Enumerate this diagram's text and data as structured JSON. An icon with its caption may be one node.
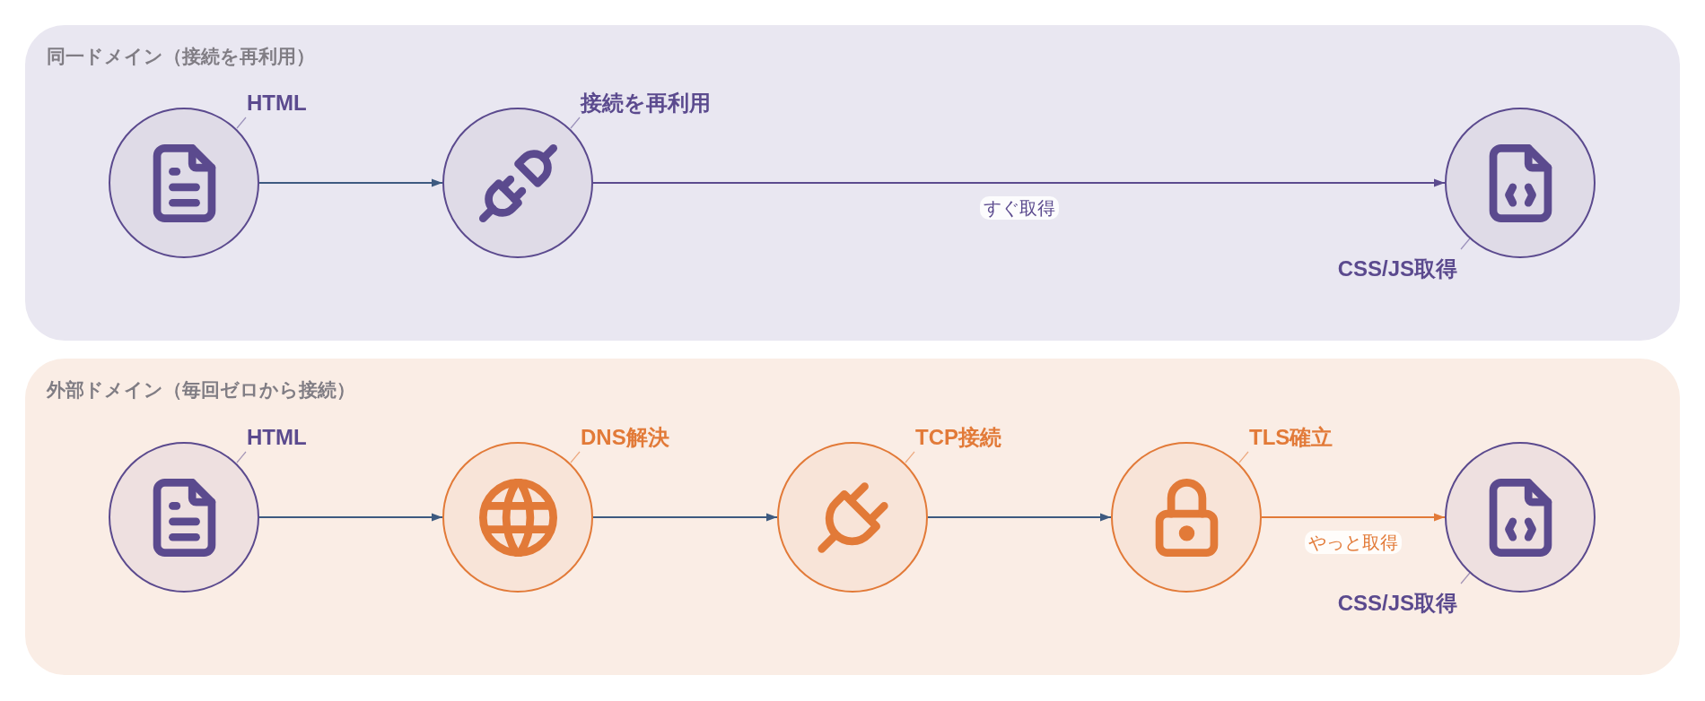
{
  "diagram": {
    "nodes": [
      {
        "text": [
          "同一ドメイン（接続を再利用）"
        ]
      },
      {
        "text": [
          "HTML"
        ],
        "in": 0
      },
      {
        "text": [
          "接続を再利用"
        ],
        "in": 0
      },
      {
        "text": [
          "CSS/JS取得"
        ],
        "in": 0
      },
      {
        "text": [
          "外部ドメイン（毎回ゼロから接続）"
        ]
      },
      {
        "text": [
          "HTML"
        ],
        "in": 4
      },
      {
        "text": [
          "DNS解決"
        ],
        "in": 4
      },
      {
        "text": [
          "TCP接続"
        ],
        "in": 4
      },
      {
        "text": [
          "TLS確立"
        ],
        "in": 4
      },
      {
        "text": [
          "CSS/JS取得"
        ],
        "in": 4
      }
    ],
    "edges": [
      {
        "from": 1,
        "to": 2,
        "arrow": "to"
      },
      {
        "from": 2,
        "to": 3,
        "arrow": "to",
        "label": "すぐ取得",
        "color": "#5b4a8e"
      },
      {
        "from": 5,
        "to": 6,
        "arrow": "to"
      },
      {
        "from": 6,
        "to": 7,
        "arrow": "to"
      },
      {
        "from": 7,
        "to": 8,
        "arrow": "to"
      },
      {
        "from": 8,
        "to": 9,
        "arrow": "to",
        "label": "やっと取得",
        "color": "#e27a38"
      }
    ]
  }
}
